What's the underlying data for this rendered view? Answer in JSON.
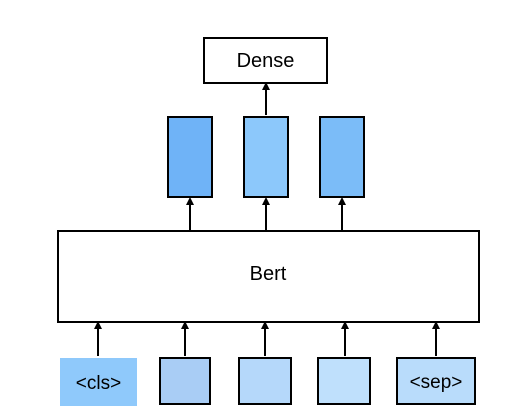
{
  "diagram": {
    "top_box": {
      "label": "Dense"
    },
    "bert_box": {
      "label": "Bert"
    },
    "output_vectors": [
      {
        "color": "#6fb3f7"
      },
      {
        "color": "#8cc8fb"
      },
      {
        "color": "#7bbcf8"
      }
    ],
    "input_tokens": [
      {
        "label": "<cls>",
        "color": "#8fc9fb"
      },
      {
        "label": "",
        "color": "#a9cdf5"
      },
      {
        "label": "",
        "color": "#b5d8fa"
      },
      {
        "label": "",
        "color": "#bfe0fc"
      },
      {
        "label": "<sep>",
        "color": "#b9dcfb"
      }
    ]
  }
}
